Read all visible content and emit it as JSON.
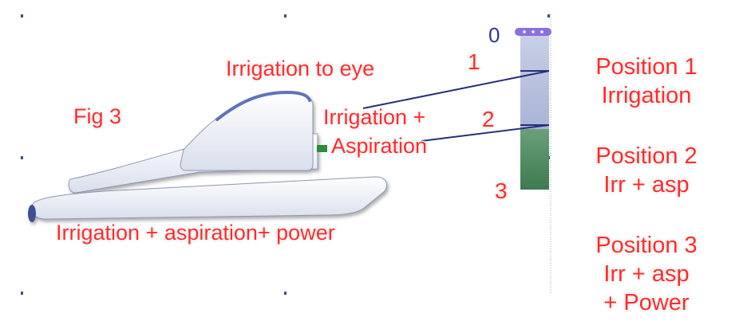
{
  "figure": {
    "fig_label": "Fig 3",
    "labels": {
      "irrigation_to_eye": "Irrigation to eye",
      "irrigation_aspiration_line1": "Irrigation +",
      "irrigation_aspiration_line2": "Aspiration",
      "irrigation_aspiration_power": "Irrigation + aspiration+ power"
    }
  },
  "pedal_scale": {
    "marks": [
      "0",
      "1",
      "2",
      "3"
    ]
  },
  "positions": [
    {
      "line1": "Position 1",
      "line2": "Irrigation",
      "line3": ""
    },
    {
      "line1": "Position 2",
      "line2": "Irr + asp",
      "line3": ""
    },
    {
      "line1": "Position 3",
      "line2": "Irr + asp",
      "line3": "+ Power"
    }
  ],
  "colors": {
    "label_red": "#ff2a2a",
    "zero_blue": "#2a3b8f",
    "pedal_light": "#b7c2df",
    "pedal_green": "#4f8a5e",
    "pedal_top": "#8a6fe0",
    "line_navy": "#26307c",
    "pedal_body": "#eef2fb"
  }
}
